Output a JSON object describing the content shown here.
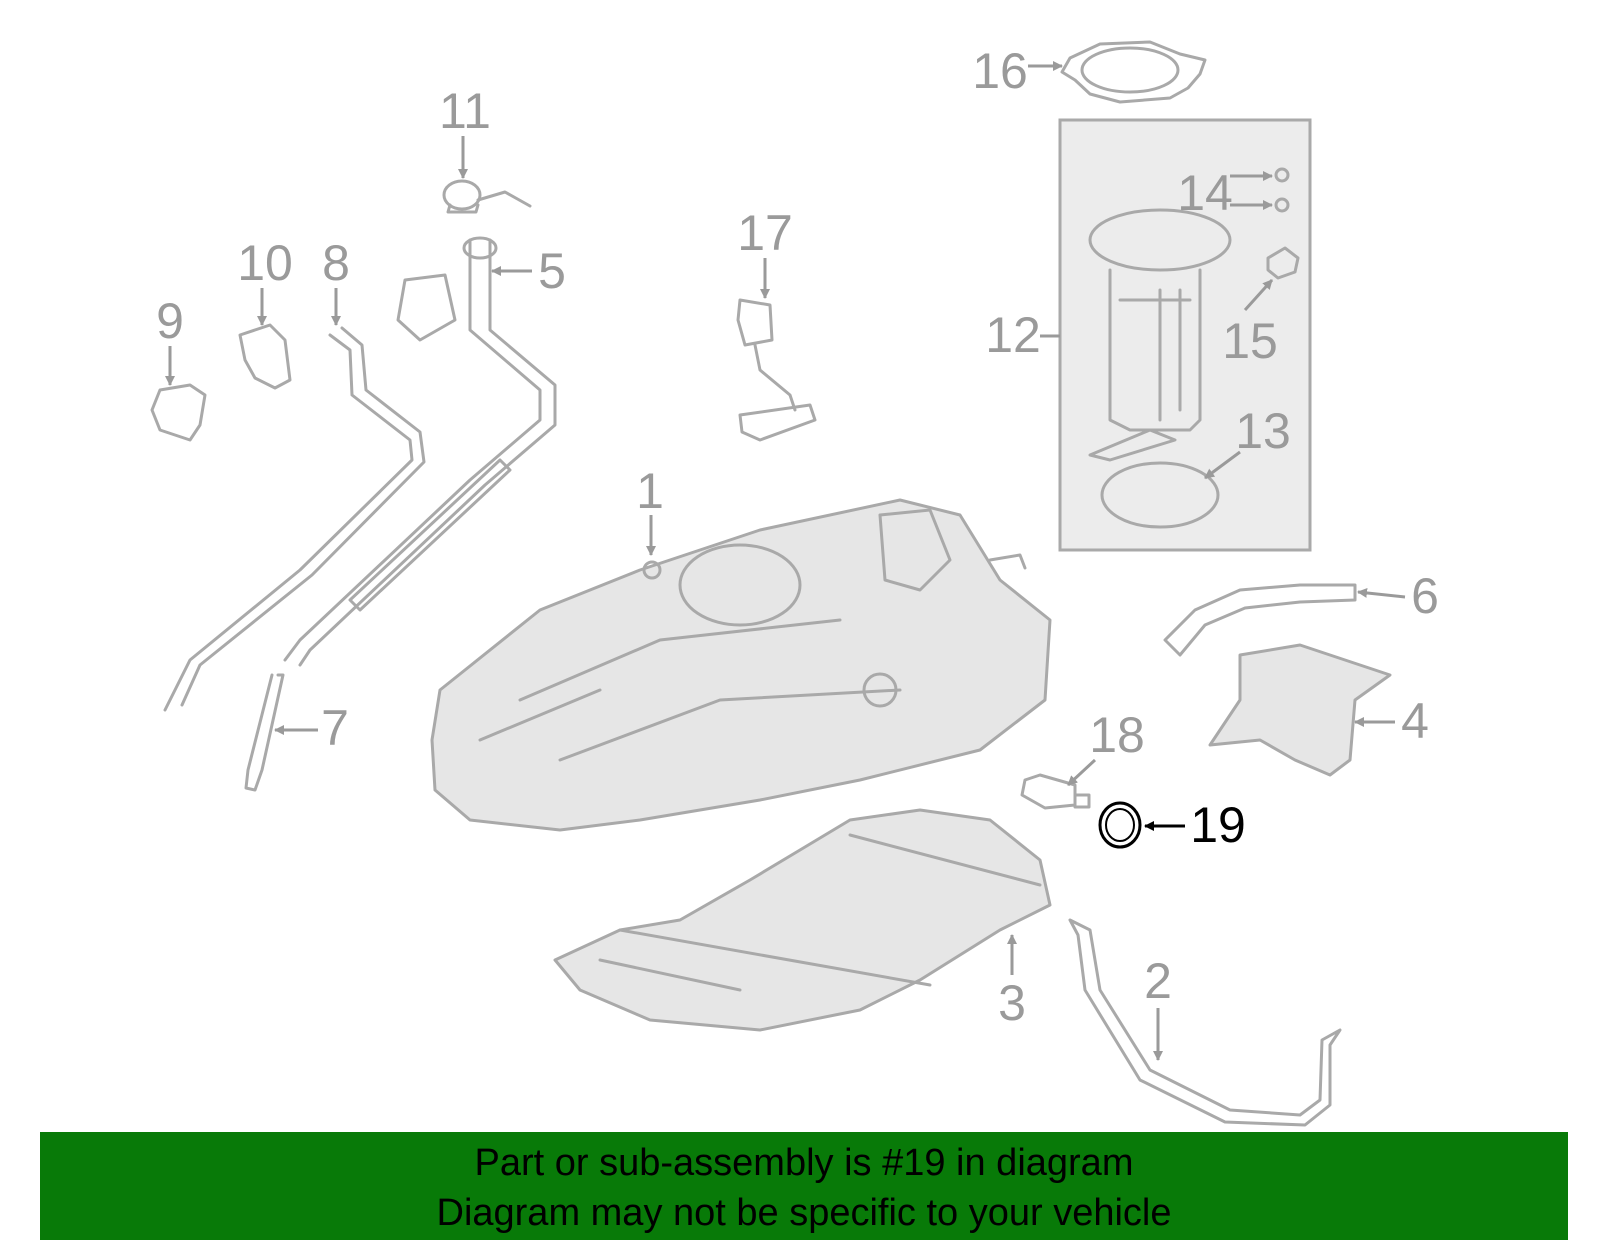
{
  "diagram": {
    "callouts": [
      {
        "id": "1",
        "label": "1"
      },
      {
        "id": "2",
        "label": "2"
      },
      {
        "id": "3",
        "label": "3"
      },
      {
        "id": "4",
        "label": "4"
      },
      {
        "id": "5",
        "label": "5"
      },
      {
        "id": "6",
        "label": "6"
      },
      {
        "id": "7",
        "label": "7"
      },
      {
        "id": "8",
        "label": "8"
      },
      {
        "id": "9",
        "label": "9"
      },
      {
        "id": "10",
        "label": "10"
      },
      {
        "id": "11",
        "label": "11"
      },
      {
        "id": "12",
        "label": "12"
      },
      {
        "id": "13",
        "label": "13"
      },
      {
        "id": "14",
        "label": "14"
      },
      {
        "id": "15",
        "label": "15"
      },
      {
        "id": "16",
        "label": "16"
      },
      {
        "id": "17",
        "label": "17"
      },
      {
        "id": "18",
        "label": "18"
      },
      {
        "id": "19",
        "label": "19",
        "highlighted": true
      }
    ],
    "colors": {
      "line": "#a9a9a9",
      "highlight": "#000000",
      "banner": "#087a08"
    }
  },
  "banner": {
    "line1": "Part or sub-assembly is #19 in diagram",
    "line2": "Diagram may not be specific to your vehicle"
  }
}
